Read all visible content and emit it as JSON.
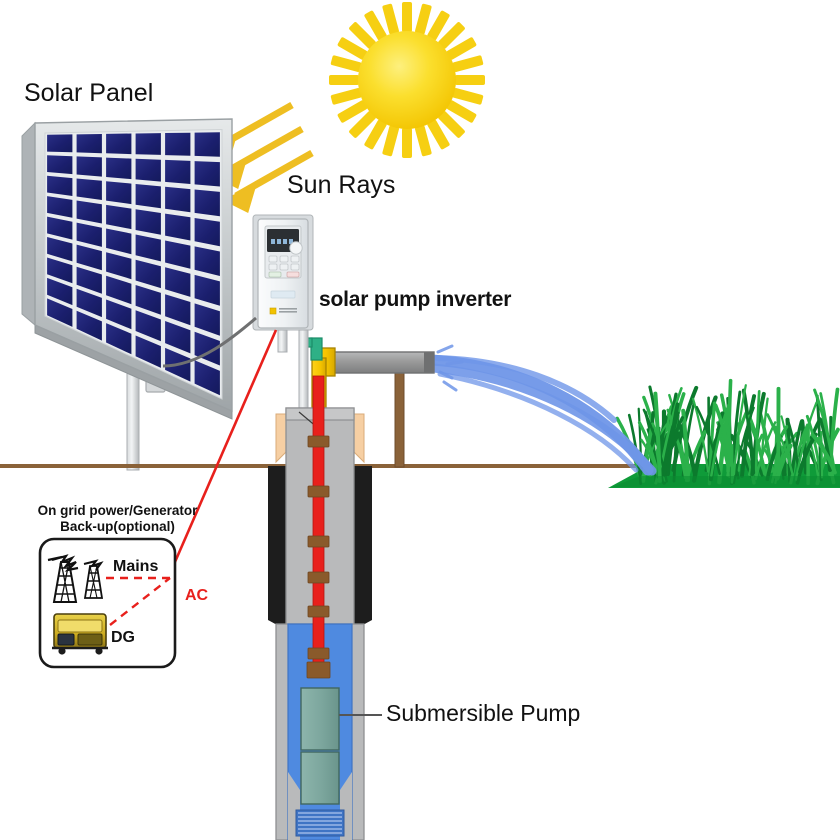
{
  "diagram": {
    "title": "Solar pump inverter system schematic",
    "background": "#ffffff",
    "ground_line_color": "#8a6239"
  },
  "labels": {
    "solar_panel": "Solar Panel",
    "sun_rays": "Sun Rays",
    "inverter": "solar pump inverter",
    "submersible_pump": "Submersible Pump",
    "grid_backup_title": "On grid power/Generator\nBack-up(optional)",
    "mains": "Mains",
    "dg": "DG",
    "ac": "AC"
  },
  "colors": {
    "sun": "#f9d616",
    "sun_core": "#fde94a",
    "ray_arrow": "#eebe22",
    "panel_cell": "#1d2070",
    "panel_frame": "#c8ccce",
    "inverter_body": "#eef1f3",
    "inverter_screen": "#2b2f33",
    "water": "#6f96e8",
    "grass": "#12a13c",
    "grass_dark": "#0b8a31",
    "pipe_gray": "#9a9a9a",
    "riser_yellow": "#f5c400",
    "valve_green": "#2eb086",
    "cable_red": "#e8201c",
    "cable_clamp": "#8a5a2b",
    "casing_gray": "#b9babb",
    "casing_black": "#1d1d1d",
    "seal_peach": "#f6cfa3",
    "pump_body": "#7ca69d",
    "well_water": "#4f8ae0",
    "post_brown": "#8a6239",
    "ac_red": "#e8201c"
  },
  "solar_panel": {
    "cell_columns": 6,
    "cell_rows": 9,
    "mount": "pole with junction box"
  },
  "sun": {
    "ray_count": 24,
    "arrow_count": 3
  },
  "inverter_panel": {
    "keypad_rows": 2,
    "keypad_cols": 3,
    "bottom_buttons": 2,
    "has_knob": true
  },
  "well": {
    "cable_clamp_count": 7,
    "pump_sections": 2,
    "intake_stripes": 8
  },
  "water_jet": {
    "stream_count": 4,
    "direction": "right"
  }
}
